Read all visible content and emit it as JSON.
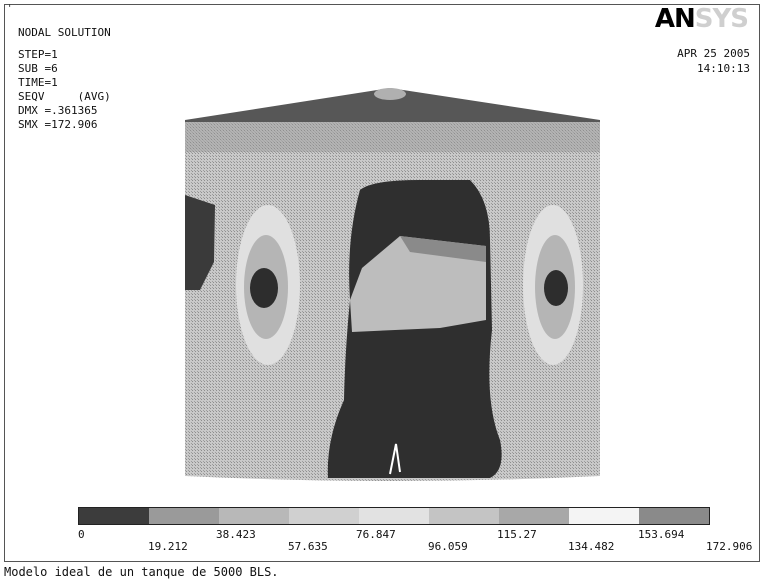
{
  "window": {
    "corner_mark": "'",
    "logo_text": "AN",
    "logo_faded": "SYS"
  },
  "solution": {
    "title": "NODAL SOLUTION",
    "lines": [
      "STEP=1",
      "SUB =6",
      "TIME=1",
      "SEQV     (AVG)",
      "DMX =.361365",
      "SMX =172.906"
    ]
  },
  "timestamp": {
    "date": "APR 25 2005",
    "time": "14:10:13"
  },
  "legend": {
    "labels_top": [
      "0",
      "38.423",
      "76.847",
      "115.27",
      "153.694"
    ],
    "labels_bottom": [
      "19.212",
      "57.635",
      "96.059",
      "134.482",
      "172.906"
    ],
    "colors": [
      "#3c3c3c",
      "#9a9a9a",
      "#b8b8b8",
      "#d0d0d0",
      "#e2e2e2",
      "#c4c4c4",
      "#a8a8a8",
      "#f4f4f4",
      "#8a8a8a"
    ]
  },
  "caption": "Modelo ideal de un tanque de 5000 BLS."
}
